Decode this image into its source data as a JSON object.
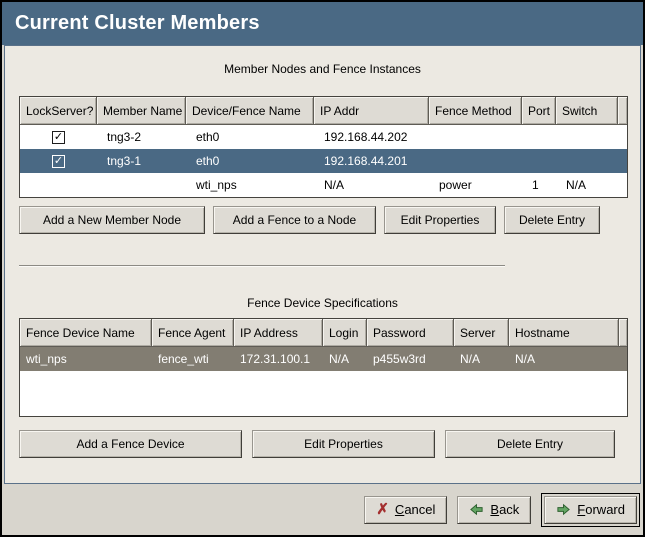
{
  "window": {
    "title": "Current Cluster Members"
  },
  "colors": {
    "titlebar_bg": "#4a6984",
    "selected_row_focused": "#4a6984",
    "selected_row_unfocused": "#827d72",
    "panel_bg": "#ece9e2",
    "frame_bg": "#d8d5cd",
    "button_face": "#dedbd4",
    "arrow_green": "#63a563",
    "cancel_red": "#a42f2f"
  },
  "icons": {
    "checkbox_check": "✓",
    "cancel_x": "✗",
    "back_arrow": "left-block-arrow",
    "forward_arrow": "right-block-arrow"
  },
  "member_section": {
    "title": "Member Nodes and Fence Instances",
    "columns": [
      "LockServer?",
      "Member Name",
      "Device/Fence Name",
      "IP Addr",
      "Fence Method",
      "Port",
      "Switch"
    ],
    "rows": [
      {
        "selected": false,
        "lockserver_checked": true,
        "cells": [
          "tng3-2",
          "eth0",
          "192.168.44.202",
          "",
          "",
          ""
        ]
      },
      {
        "selected": true,
        "lockserver_checked": true,
        "cells": [
          "tng3-1",
          "eth0",
          "192.168.44.201",
          "",
          "",
          ""
        ]
      },
      {
        "selected": false,
        "lockserver_checked": false,
        "cells": [
          "",
          "wti_nps",
          "N/A",
          "power",
          "1",
          "N/A"
        ]
      }
    ],
    "buttons": [
      "Add a New Member Node",
      "Add a Fence to a Node",
      "Edit Properties",
      "Delete Entry"
    ]
  },
  "fence_section": {
    "title": "Fence Device Specifications",
    "columns": [
      "Fence Device Name",
      "Fence Agent",
      "IP Address",
      "Login",
      "Password",
      "Server",
      "Hostname"
    ],
    "rows": [
      {
        "selected": true,
        "cells": [
          "wti_nps",
          "fence_wti",
          "172.31.100.1",
          "N/A",
          "p455w3rd",
          "N/A",
          "N/A"
        ]
      }
    ],
    "buttons": [
      "Add a Fence Device",
      "Edit Properties",
      "Delete Entry"
    ]
  },
  "footer": {
    "cancel_mnemonic": "C",
    "cancel_rest": "ancel",
    "back_mnemonic": "B",
    "back_rest": "ack",
    "forward_mnemonic": "F",
    "forward_rest": "orward"
  }
}
